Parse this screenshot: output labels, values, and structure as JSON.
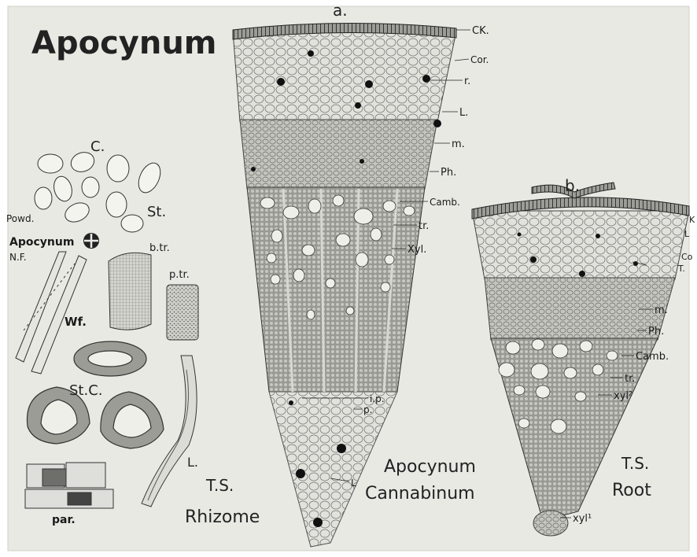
{
  "title": "Apocynum",
  "rhizome": {
    "letter": "a.",
    "caption_line1": "T.S.",
    "caption_line2": "Rhizome",
    "labels": {
      "ck": "CK.",
      "cor": "Cor.",
      "r": "r.",
      "l": "L.",
      "m": "m.",
      "ph": "Ph.",
      "camb": "Camb.",
      "tr": "tr.",
      "xyl": "Xyl.",
      "ip": "i.p.",
      "p": "p.",
      "l2": "L"
    }
  },
  "species": {
    "line1": "Apocynum",
    "line2": "Cannabinum"
  },
  "root": {
    "letter": "b.",
    "caption_line1": "T.S.",
    "caption_line2": "Root",
    "labels": {
      "k": "K",
      "l": "L",
      "co": "Co",
      "t": "T.",
      "m": "m.",
      "ph": "Ph.",
      "camb": "Camb.",
      "tr": "tr.",
      "xyl2": "xyl²",
      "xyl1": "xyl¹"
    }
  },
  "powder": {
    "c": "C.",
    "st": "St.",
    "powd": "Powd.",
    "apocynum": "Apocynum",
    "nf": "N.F.",
    "btr": "b.tr.",
    "ptr": "p.tr.",
    "wf": "Wf.",
    "stc": "St.C.",
    "l": "L.",
    "par": "par."
  },
  "colors": {
    "background": "#e9e9e4",
    "ink": "#222222",
    "dark_tissue": "#8a8a86",
    "light_tissue": "#d8d8d3"
  }
}
